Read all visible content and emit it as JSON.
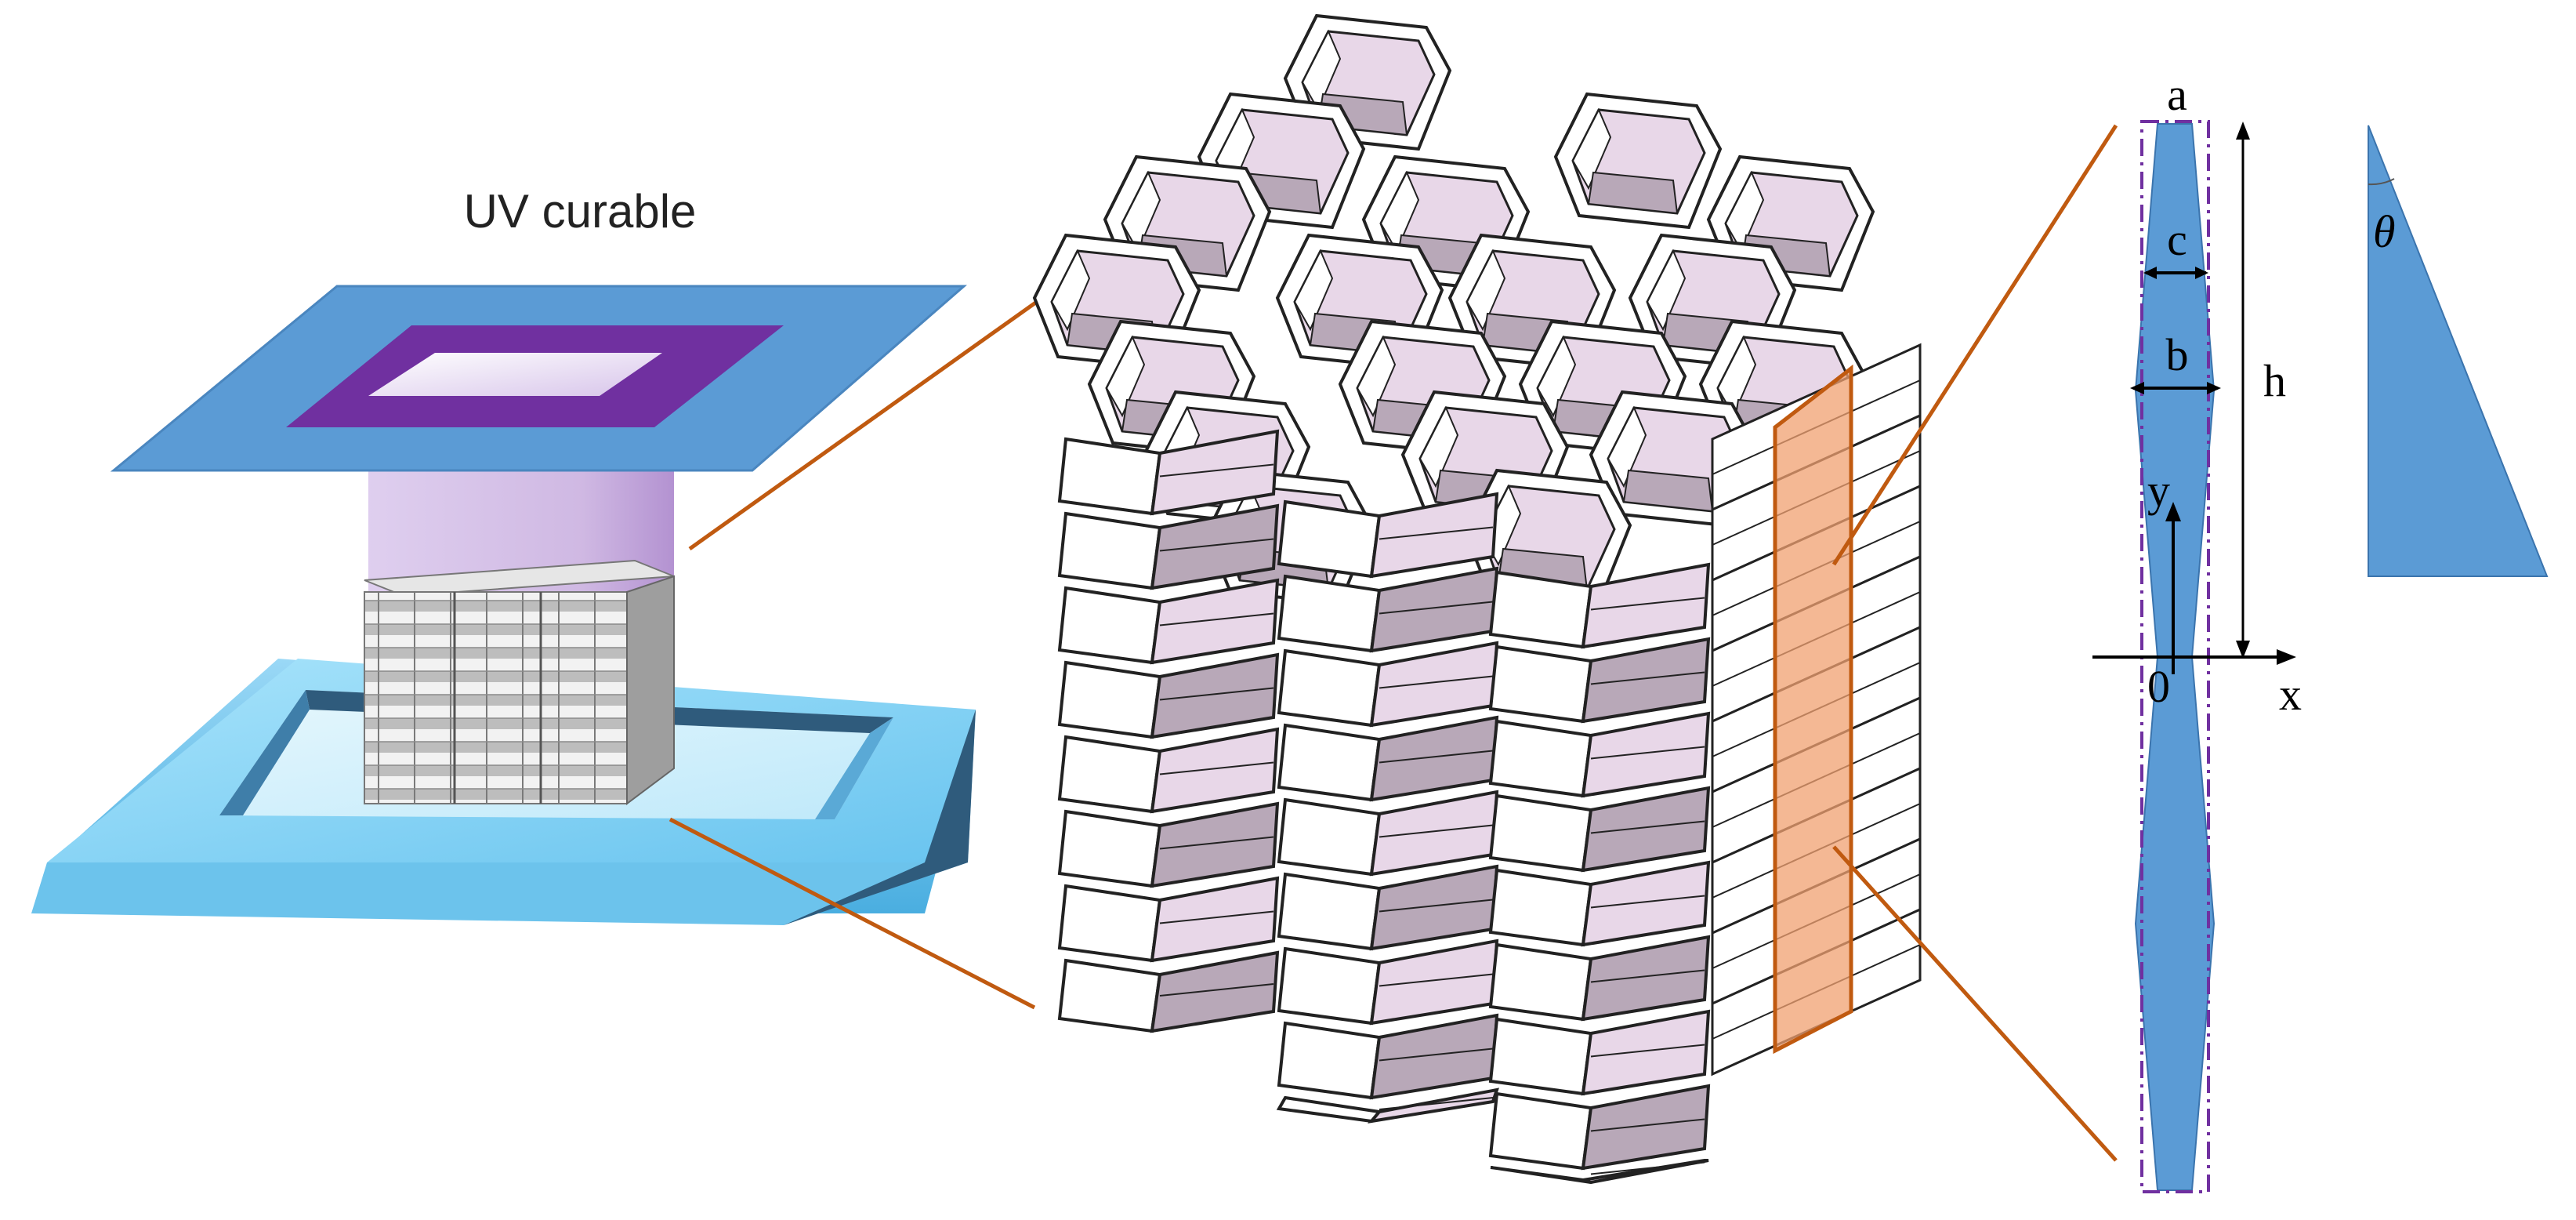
{
  "printer": {
    "uv_label": "UV curable"
  },
  "strut": {
    "label_a": "a",
    "label_b": "b",
    "label_c": "c",
    "label_h": "h",
    "axis_x": "x",
    "axis_y": "y",
    "origin": "0"
  },
  "angle_panel": {
    "label_theta": "θ"
  },
  "colors": {
    "plate_blue": "#5b9bd5",
    "uv_frame_purple": "#7030a0",
    "vat_cyan": "#8fd3f4",
    "vat_dark": "#2f5b7c",
    "cell_face_light": "#e8d7e8",
    "cell_face_dark": "#b8a8b8",
    "section_plane": "#f0a070",
    "leader_line": "#c05a10",
    "strut_fill": "#5b9bd5",
    "envelope_dash": "#7030a0"
  }
}
